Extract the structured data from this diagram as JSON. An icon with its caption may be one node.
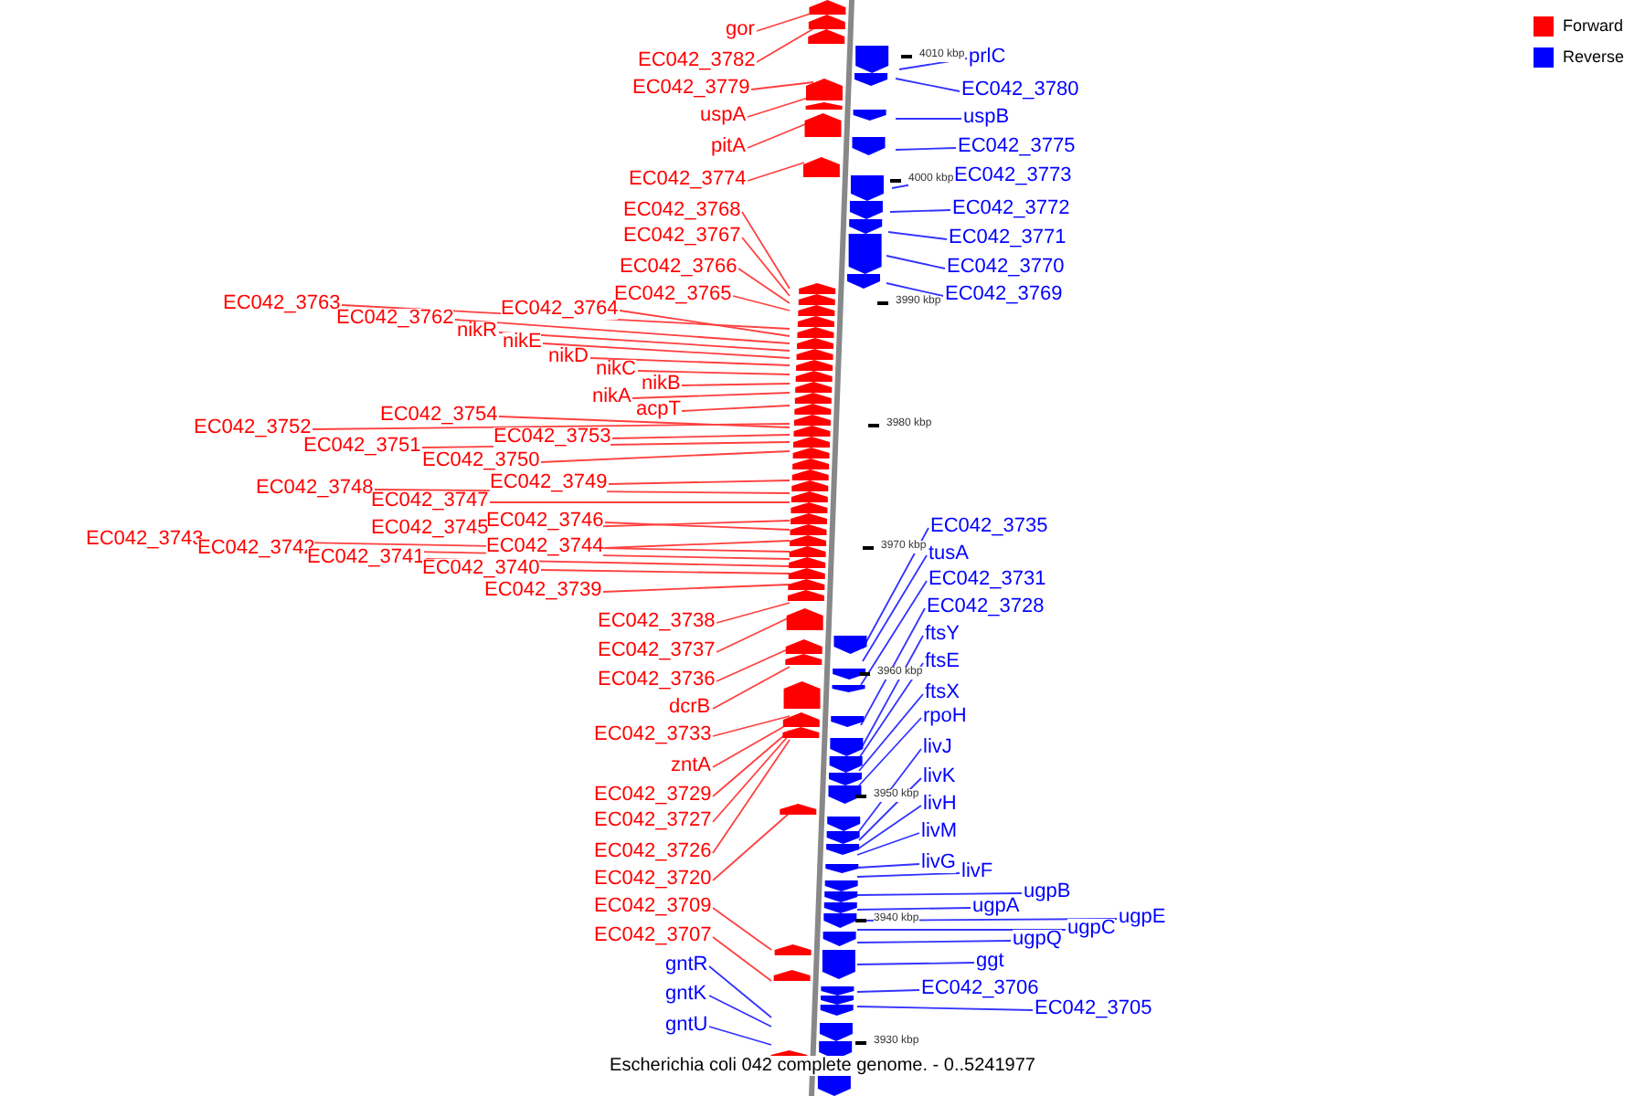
{
  "diagram": {
    "caption": "Escherichia coli 042 complete genome. - 0..5241977",
    "nodes": [
      {
        "text": [
          "gor"
        ]
      },
      {
        "text": [
          "EC042_3782"
        ]
      },
      {
        "text": [
          "EC042_3779"
        ]
      },
      {
        "text": [
          "uspA"
        ]
      },
      {
        "text": [
          "pitA"
        ]
      },
      {
        "text": [
          "EC042_3774"
        ]
      },
      {
        "text": [
          "EC042_3768"
        ]
      },
      {
        "text": [
          "EC042_3767"
        ]
      },
      {
        "text": [
          "EC042_3766"
        ]
      },
      {
        "text": [
          "EC042_3765"
        ]
      },
      {
        "text": [
          "EC042_3763"
        ]
      },
      {
        "text": [
          "EC042_3764"
        ]
      },
      {
        "text": [
          "EC042_3762"
        ]
      },
      {
        "text": [
          "nikR"
        ]
      },
      {
        "text": [
          "nikE"
        ]
      },
      {
        "text": [
          "nikD"
        ]
      },
      {
        "text": [
          "nikC"
        ]
      },
      {
        "text": [
          "nikB"
        ]
      },
      {
        "text": [
          "nikA"
        ]
      },
      {
        "text": [
          "EC042_3754"
        ]
      },
      {
        "text": [
          "acpT"
        ]
      },
      {
        "text": [
          "EC042_3752"
        ]
      },
      {
        "text": [
          "EC042_3753"
        ]
      },
      {
        "text": [
          "EC042_3751"
        ]
      },
      {
        "text": [
          "EC042_3750"
        ]
      },
      {
        "text": [
          "EC042_3749"
        ]
      },
      {
        "text": [
          "EC042_3748"
        ]
      },
      {
        "text": [
          "EC042_3747"
        ]
      },
      {
        "text": [
          "EC042_3746"
        ]
      },
      {
        "text": [
          "EC042_3745"
        ]
      },
      {
        "text": [
          "EC042_3744"
        ]
      },
      {
        "text": [
          "EC042_3743"
        ]
      },
      {
        "text": [
          "EC042_3742"
        ]
      },
      {
        "text": [
          "EC042_3741"
        ]
      },
      {
        "text": [
          "EC042_3740"
        ]
      },
      {
        "text": [
          "EC042_3739"
        ]
      },
      {
        "text": [
          "EC042_3738"
        ]
      },
      {
        "text": [
          "EC042_3737"
        ]
      },
      {
        "text": [
          "EC042_3736"
        ]
      },
      {
        "text": [
          "dcrB"
        ]
      },
      {
        "text": [
          "EC042_3733"
        ]
      },
      {
        "text": [
          "zntA"
        ]
      },
      {
        "text": [
          "EC042_3729"
        ]
      },
      {
        "text": [
          "EC042_3727"
        ]
      },
      {
        "text": [
          "EC042_3726"
        ]
      },
      {
        "text": [
          "EC042_3720"
        ]
      },
      {
        "text": [
          "EC042_3709"
        ]
      },
      {
        "text": [
          "EC042_3707"
        ]
      },
      {
        "text": [
          "gntR"
        ]
      },
      {
        "text": [
          "gntK"
        ]
      },
      {
        "text": [
          "gntU"
        ]
      },
      {
        "text": [
          "prlC"
        ]
      },
      {
        "text": [
          "EC042_3780"
        ]
      },
      {
        "text": [
          "uspB"
        ]
      },
      {
        "text": [
          "EC042_3775"
        ]
      },
      {
        "text": [
          "EC042_3773"
        ]
      },
      {
        "text": [
          "EC042_3772"
        ]
      },
      {
        "text": [
          "EC042_3771"
        ]
      },
      {
        "text": [
          "EC042_3770"
        ]
      },
      {
        "text": [
          "EC042_3769"
        ]
      },
      {
        "text": [
          "EC042_3735"
        ]
      },
      {
        "text": [
          "tusA"
        ]
      },
      {
        "text": [
          "EC042_3731"
        ]
      },
      {
        "text": [
          "EC042_3728"
        ]
      },
      {
        "text": [
          "ftsY"
        ]
      },
      {
        "text": [
          "ftsE"
        ]
      },
      {
        "text": [
          "ftsX"
        ]
      },
      {
        "text": [
          "rpoH"
        ]
      },
      {
        "text": [
          "livJ"
        ]
      },
      {
        "text": [
          "livK"
        ]
      },
      {
        "text": [
          "livH"
        ]
      },
      {
        "text": [
          "livM"
        ]
      },
      {
        "text": [
          "livG"
        ]
      },
      {
        "text": [
          "livF"
        ]
      },
      {
        "text": [
          "ugpB"
        ]
      },
      {
        "text": [
          "ugpA"
        ]
      },
      {
        "text": [
          "ugpE"
        ]
      },
      {
        "text": [
          "ugpC"
        ]
      },
      {
        "text": [
          "ugpQ"
        ]
      },
      {
        "text": [
          "ggt"
        ]
      },
      {
        "text": [
          "EC042_3706"
        ]
      },
      {
        "text": [
          "EC042_3705"
        ]
      },
      {
        "text": [],
        "shape": "picture"
      }
    ],
    "edges": [
      {
        "from": 0,
        "to": 82,
        "arrow": "none"
      },
      {
        "from": 1,
        "to": 82,
        "arrow": "none"
      },
      {
        "from": 2,
        "to": 82,
        "arrow": "none"
      },
      {
        "from": 3,
        "to": 82,
        "arrow": "none"
      },
      {
        "from": 4,
        "to": 82,
        "arrow": "none"
      },
      {
        "from": 5,
        "to": 82,
        "arrow": "none"
      },
      {
        "from": 6,
        "to": 82,
        "arrow": "none"
      },
      {
        "from": 7,
        "to": 82,
        "arrow": "none"
      },
      {
        "from": 8,
        "to": 82,
        "arrow": "none"
      },
      {
        "from": 9,
        "to": 82,
        "arrow": "none"
      },
      {
        "from": 10,
        "to": 82,
        "arrow": "none"
      },
      {
        "from": 11,
        "to": 82,
        "arrow": "none"
      },
      {
        "from": 12,
        "to": 82,
        "arrow": "none"
      },
      {
        "from": 13,
        "to": 82,
        "arrow": "none"
      },
      {
        "from": 14,
        "to": 82,
        "arrow": "none"
      },
      {
        "from": 15,
        "to": 82,
        "arrow": "none"
      },
      {
        "from": 16,
        "to": 82,
        "arrow": "none"
      },
      {
        "from": 17,
        "to": 82,
        "arrow": "none"
      },
      {
        "from": 18,
        "to": 82,
        "arrow": "none"
      },
      {
        "from": 19,
        "to": 82,
        "arrow": "none"
      },
      {
        "from": 20,
        "to": 82,
        "arrow": "none"
      },
      {
        "from": 21,
        "to": 82,
        "arrow": "none"
      },
      {
        "from": 22,
        "to": 82,
        "arrow": "none"
      },
      {
        "from": 23,
        "to": 82,
        "arrow": "none"
      },
      {
        "from": 24,
        "to": 82,
        "arrow": "none"
      },
      {
        "from": 25,
        "to": 82,
        "arrow": "none"
      },
      {
        "from": 26,
        "to": 82,
        "arrow": "none"
      },
      {
        "from": 27,
        "to": 82,
        "arrow": "none"
      },
      {
        "from": 28,
        "to": 82,
        "arrow": "none"
      },
      {
        "from": 29,
        "to": 82,
        "arrow": "none"
      },
      {
        "from": 30,
        "to": 82,
        "arrow": "none"
      },
      {
        "from": 31,
        "to": 82,
        "arrow": "none"
      },
      {
        "from": 32,
        "to": 82,
        "arrow": "none"
      },
      {
        "from": 33,
        "to": 82,
        "arrow": "none"
      },
      {
        "from": 34,
        "to": 82,
        "arrow": "none"
      },
      {
        "from": 35,
        "to": 82,
        "arrow": "none"
      },
      {
        "from": 36,
        "to": 82,
        "arrow": "none"
      },
      {
        "from": 37,
        "to": 82,
        "arrow": "none"
      },
      {
        "from": 38,
        "to": 82,
        "arrow": "none"
      },
      {
        "from": 39,
        "to": 82,
        "arrow": "none"
      },
      {
        "from": 40,
        "to": 82,
        "arrow": "none"
      },
      {
        "from": 41,
        "to": 82,
        "arrow": "none"
      },
      {
        "from": 42,
        "to": 82,
        "arrow": "none"
      },
      {
        "from": 43,
        "to": 82,
        "arrow": "none"
      },
      {
        "from": 44,
        "to": 82,
        "arrow": "none"
      },
      {
        "from": 45,
        "to": 82,
        "arrow": "none"
      },
      {
        "from": 46,
        "to": 82,
        "arrow": "none"
      },
      {
        "from": 47,
        "to": 82,
        "arrow": "none"
      },
      {
        "from": 48,
        "to": 82,
        "arrow": "none",
        "color": "#3333ff"
      },
      {
        "from": 49,
        "to": 82,
        "arrow": "none",
        "color": "#3333ff"
      },
      {
        "from": 50,
        "to": 82,
        "arrow": "none",
        "color": "#3333ff"
      },
      {
        "from": 51,
        "to": 82,
        "arrow": "none",
        "color": "#3333ff"
      },
      {
        "from": 52,
        "to": 82,
        "arrow": "none",
        "color": "#3333ff"
      },
      {
        "from": 53,
        "to": 82,
        "arrow": "none",
        "color": "#3333ff"
      },
      {
        "from": 54,
        "to": 82,
        "arrow": "none",
        "color": "#3333ff"
      },
      {
        "from": 55,
        "to": 82,
        "arrow": "none",
        "color": "#3333ff"
      },
      {
        "from": 56,
        "to": 82,
        "arrow": "none",
        "color": "#3333ff"
      },
      {
        "from": 57,
        "to": 82,
        "arrow": "none",
        "color": "#3333ff"
      },
      {
        "from": 58,
        "to": 82,
        "arrow": "none",
        "color": "#3333ff"
      },
      {
        "from": 59,
        "to": 82,
        "arrow": "none",
        "color": "#3333ff"
      },
      {
        "from": 60,
        "to": 82,
        "arrow": "none",
        "color": "#3333ff"
      },
      {
        "from": 61,
        "to": 82,
        "arrow": "none",
        "color": "#3333ff"
      },
      {
        "from": 62,
        "to": 82,
        "arrow": "none",
        "color": "#3333ff"
      },
      {
        "from": 63,
        "to": 82,
        "arrow": "none",
        "color": "#3333ff"
      },
      {
        "from": 64,
        "to": 82,
        "arrow": "none",
        "color": "#3333ff"
      },
      {
        "from": 65,
        "to": 82,
        "arrow": "none",
        "color": "#3333ff"
      },
      {
        "from": 66,
        "to": 82,
        "arrow": "none",
        "color": "#3333ff"
      },
      {
        "from": 67,
        "to": 82,
        "arrow": "none",
        "color": "#3333ff"
      },
      {
        "from": 68,
        "to": 82,
        "arrow": "none",
        "color": "#3333ff"
      },
      {
        "from": 69,
        "to": 82,
        "arrow": "none",
        "color": "#3333ff"
      },
      {
        "from": 70,
        "to": 82,
        "arrow": "none",
        "color": "#3333ff"
      },
      {
        "from": 71,
        "to": 82,
        "arrow": "none",
        "color": "#3333ff"
      },
      {
        "from": 72,
        "to": 82,
        "arrow": "none",
        "color": "#3333ff"
      },
      {
        "from": 73,
        "to": 82,
        "arrow": "none",
        "color": "#3333ff"
      },
      {
        "from": 74,
        "to": 82,
        "arrow": "none",
        "color": "#3333ff"
      },
      {
        "from": 75,
        "to": 82,
        "arrow": "none",
        "color": "#3333ff"
      },
      {
        "from": 76,
        "to": 82,
        "arrow": "none",
        "color": "#3333ff"
      },
      {
        "from": 77,
        "to": 82,
        "arrow": "none",
        "color": "#3333ff"
      },
      {
        "from": 78,
        "to": 82,
        "arrow": "none",
        "color": "#3333ff"
      },
      {
        "from": 79,
        "to": 82,
        "arrow": "none",
        "color": "#3333ff"
      },
      {
        "from": 80,
        "to": 82,
        "arrow": "none",
        "color": "#3333ff"
      },
      {
        "from": 81,
        "to": 82,
        "arrow": "none",
        "color": "#3333ff"
      }
    ],
    "labels": [
      "4010 kbp",
      "4000 kbp",
      "3990 kbp",
      "3980 kbp",
      "3970 kbp",
      "3960 kbp",
      "3950 kbp",
      "3940 kbp",
      "3930 kbp"
    ],
    "legend": [
      {
        "text": "Forward",
        "color": "#ff0000"
      },
      {
        "text": "Reverse",
        "color": "#0000ff"
      }
    ]
  }
}
